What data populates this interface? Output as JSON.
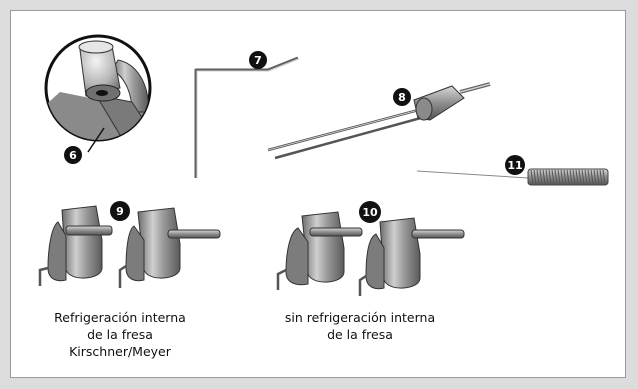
{
  "callouts": [
    "6",
    "7",
    "8",
    "9",
    "10",
    "11"
  ],
  "captions": {
    "left": {
      "line1": "Refrigeración interna",
      "line2": "de la fresa",
      "line3": "Kirschner/Meyer"
    },
    "right": {
      "line1": "sin refrigeración interna",
      "line2": "de la fresa"
    }
  },
  "colors": {
    "panel_border": "#9a9a9a",
    "background": "#dcdcdc",
    "badge": "#111111",
    "metal": "#9e9e9e"
  }
}
